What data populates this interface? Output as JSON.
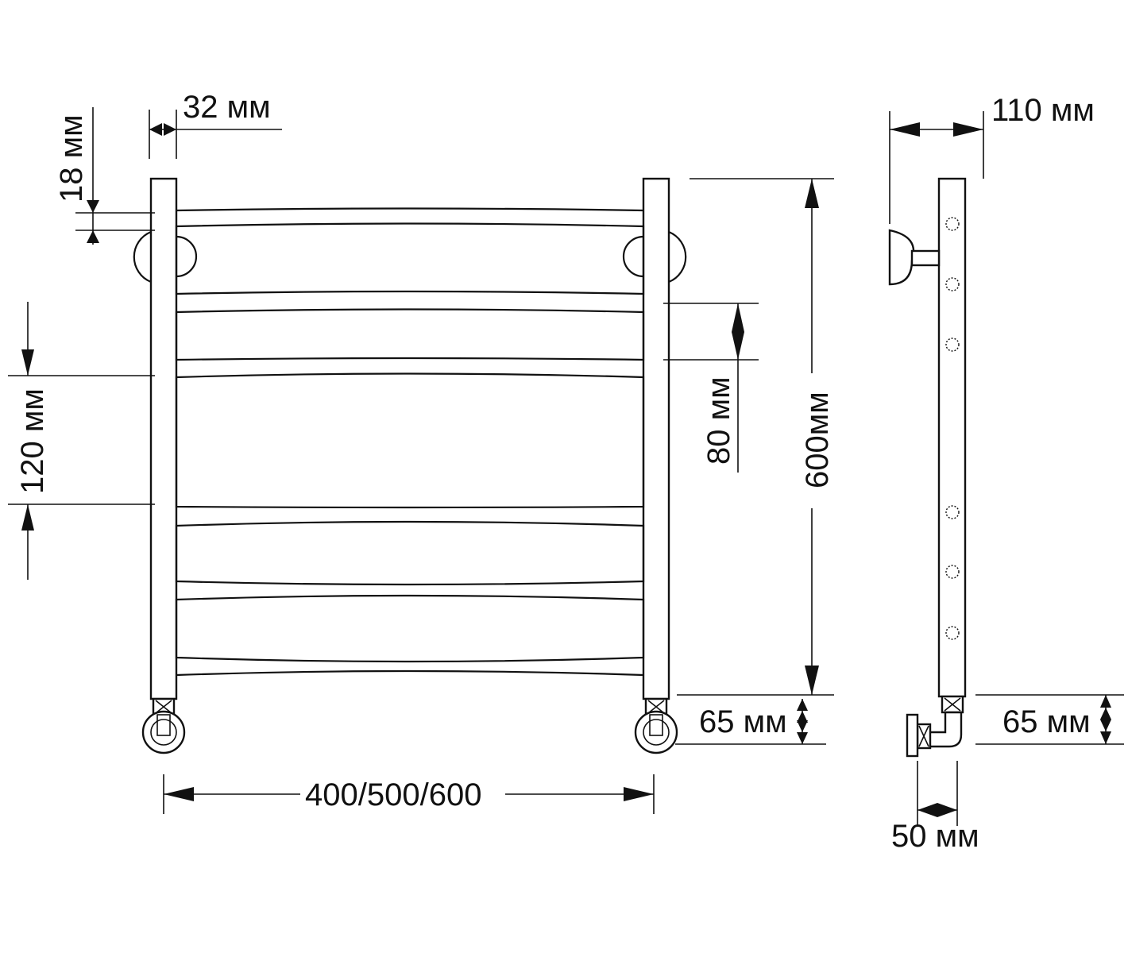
{
  "dimensions": {
    "rail_width": "32 мм",
    "bar_thickness": "18 мм",
    "bar_spacing_large": "120 мм",
    "bar_spacing_small": "80 мм",
    "height": "600мм",
    "connection_height_front": "65 мм",
    "width_options": "400/500/600",
    "wall_distance": "110 мм",
    "connection_height_side": "65 мм",
    "connection_offset": "50 мм"
  }
}
